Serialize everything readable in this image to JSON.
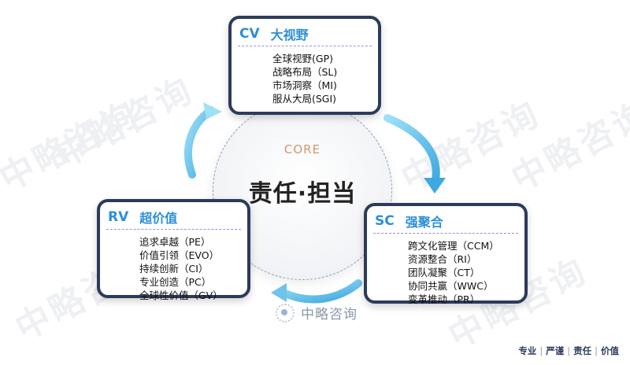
{
  "core": {
    "label": "CORE",
    "title": "责任·担当"
  },
  "cards": {
    "cv": {
      "code": "CV",
      "name": "大视野",
      "items": [
        "全球视野(GP)",
        "战略布局（SL)",
        "市场洞察（MI)",
        "服从大局(SGI)"
      ]
    },
    "rv": {
      "code": "RV",
      "name": "超价值",
      "items": [
        "追求卓越（PE）",
        "价值引领（EVO）",
        "持续创新（CI）",
        "专业创造（PC）",
        "全球性价值（GV）"
      ]
    },
    "sc": {
      "code": "SC",
      "name": "强聚合",
      "items": [
        "跨文化管理（CCM）",
        "资源整合（RI）",
        "团队凝聚（CT）",
        "协同共赢（WWC）",
        "变革推动（PR）"
      ]
    }
  },
  "logo": {
    "text": "中略咨询"
  },
  "watermark": {
    "text": "中略咨询"
  },
  "footer": {
    "items": [
      "专业",
      "严谨",
      "责任",
      "价值"
    ]
  },
  "colors": {
    "accent": "#2b8fd6",
    "card_border": "#2c3b5c",
    "core_label": "#d0986e",
    "arrow": "#6fc4ea"
  }
}
